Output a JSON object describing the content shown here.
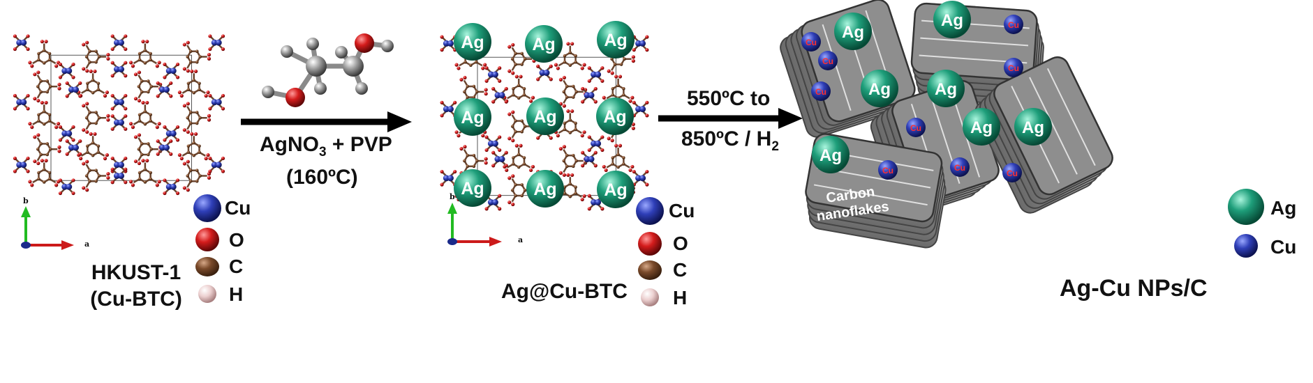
{
  "mof": {
    "name": "HKUST-1",
    "formula": "(Cu-BTC)",
    "axis_b": "b",
    "axis_a": "a"
  },
  "legend": {
    "cu": "Cu",
    "o": "O",
    "c": "C",
    "h": "H",
    "ag": "Ag"
  },
  "step1": {
    "reagent_base": "AgNO",
    "reagent_sub": "3",
    "reagent_rest": " + PVP",
    "temp": "(160ºC)"
  },
  "intermediate": {
    "name": "Ag@Cu-BTC",
    "ag_label": "Ag"
  },
  "step2": {
    "line1": "550ºC to",
    "line2_base": "850ºC / H",
    "line2_sub": "2"
  },
  "product": {
    "name": "Ag-Cu NPs/C",
    "support_line1": "Carbon",
    "support_line2": "nanoflakes",
    "ag_label": "Ag",
    "cu_label": "Cu"
  },
  "colors": {
    "cu": "#2f3fb8",
    "o": "#d41c1c",
    "c": "#7a4a2a",
    "h": "#e8c4c4",
    "ag": "#1e9e7a",
    "flake": "#8a8a8a"
  }
}
